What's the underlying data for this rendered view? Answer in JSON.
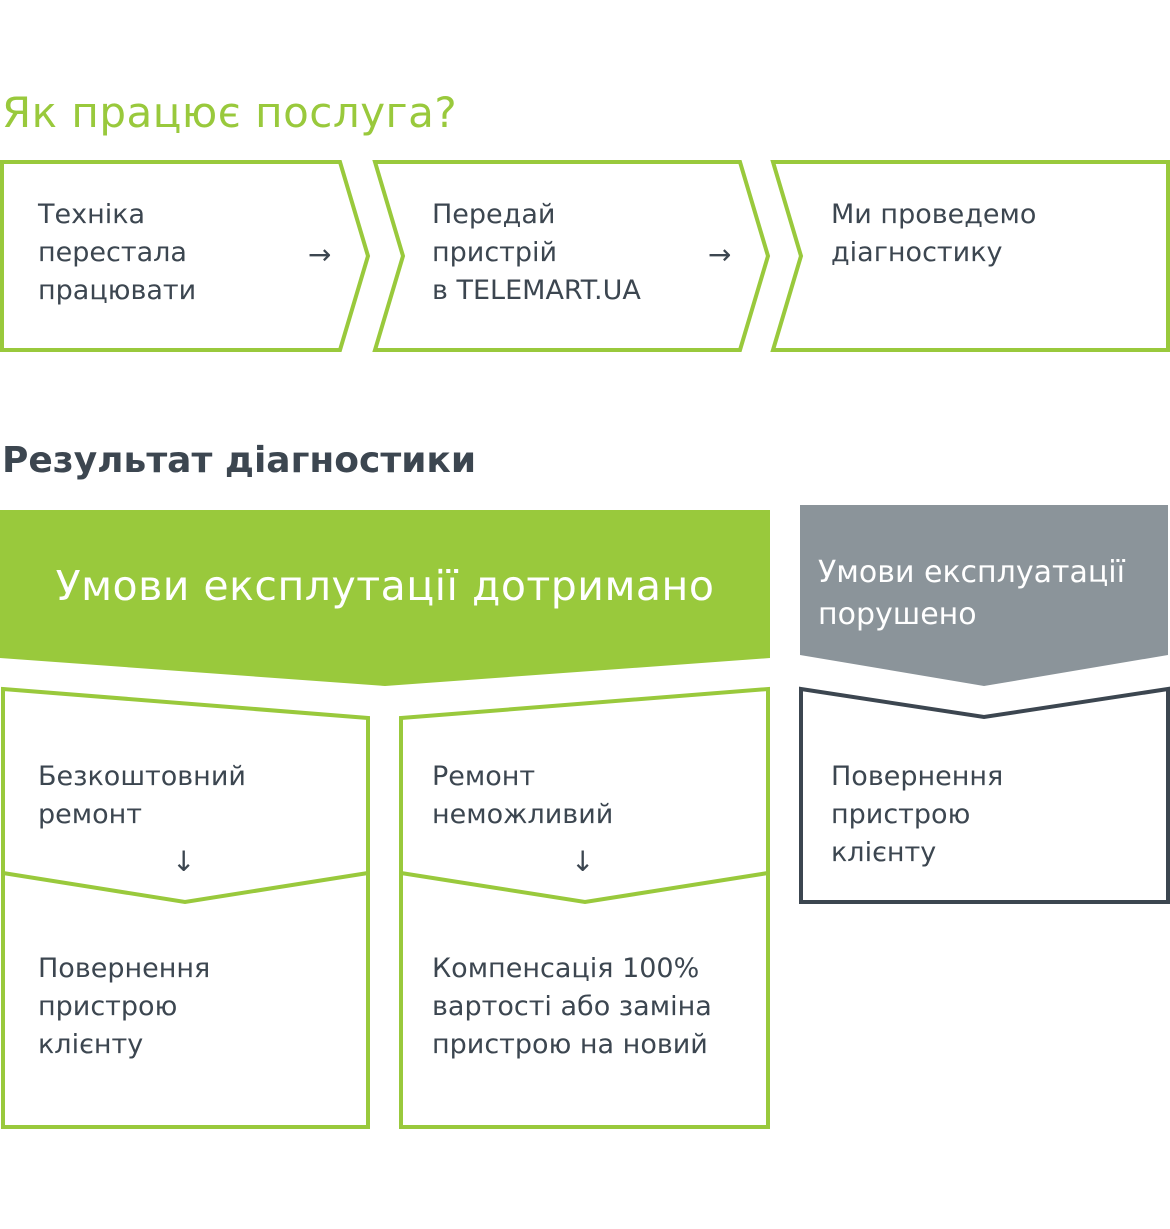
{
  "title": "Як працює послуга?",
  "steps": [
    {
      "text": "Техніка\nперестала\nпрацювати"
    },
    {
      "text": "Передай\nпристрій\nв TELEMART.UA"
    },
    {
      "text": "Ми проведемо\nдіагностику"
    }
  ],
  "result_title": "Результат діагностики",
  "conditions_met": {
    "banner": "Умови експлутації дотримано",
    "columns": [
      {
        "top": "Безкоштовний\nремонт",
        "bottom": "Повернення\nпристрою\nклієнту"
      },
      {
        "top": "Ремонт\nнеможливий",
        "bottom": "Компенсація 100%\nвартості або заміна\nпристрою на новий"
      }
    ]
  },
  "conditions_violated": {
    "banner": "Умови експлуатації\nпорушено",
    "result": "Повернення\nпристрою\nклієнту"
  },
  "colors": {
    "green": "#99c93c",
    "gray": "#8b949a",
    "dark": "#3c4650"
  },
  "icons": {
    "step_arrow": "→",
    "down_arrow": "↓"
  }
}
